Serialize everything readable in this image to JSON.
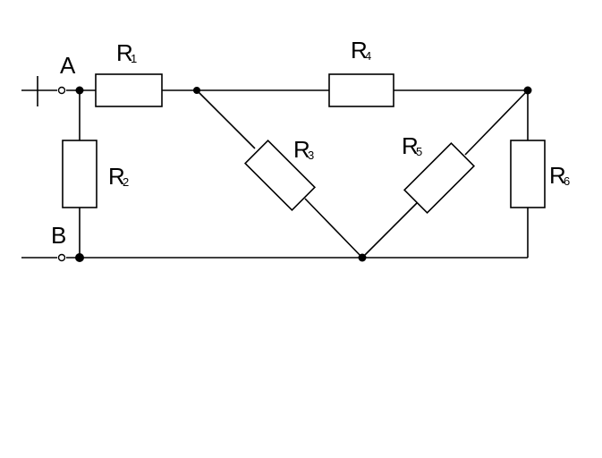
{
  "diagram": {
    "terminals": {
      "a": {
        "label": "A",
        "sign": "+"
      },
      "b": {
        "label": "B",
        "sign": "−"
      }
    },
    "resistors": [
      {
        "id": "r1",
        "letter": "R",
        "index": "1"
      },
      {
        "id": "r2",
        "letter": "R",
        "index": "2"
      },
      {
        "id": "r3",
        "letter": "R",
        "index": "3"
      },
      {
        "id": "r4",
        "letter": "R",
        "index": "4"
      },
      {
        "id": "r5",
        "letter": "R",
        "index": "5"
      },
      {
        "id": "r6",
        "letter": "R",
        "index": "6"
      }
    ]
  }
}
